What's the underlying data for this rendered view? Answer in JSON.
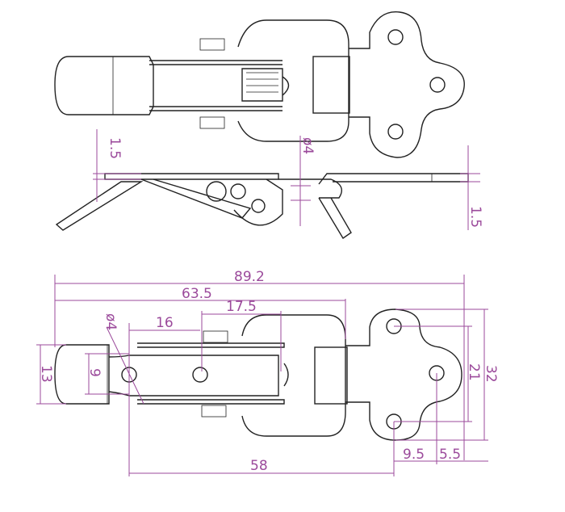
{
  "colors": {
    "outline": "#222222",
    "dimension": "#9b4a9b"
  },
  "top_view": {
    "dim_left_thickness": "1.5",
    "dim_pin_diameter": "ø4",
    "dim_right_thickness": "1.5"
  },
  "bottom_view": {
    "dim_overall_length": "89.2",
    "dim_body_length": "63.5",
    "dim_hook_span": "17.5",
    "dim_hole_diameter": "ø4",
    "dim_hole_spacing": "16",
    "dim_handle_width": "13",
    "dim_slot_width": "9",
    "dim_plate_hole_spacing": "21",
    "dim_plate_height": "32",
    "dim_plate_offset_a": "9.5",
    "dim_plate_offset_b": "5.5",
    "dim_hole_to_plate": "58"
  }
}
